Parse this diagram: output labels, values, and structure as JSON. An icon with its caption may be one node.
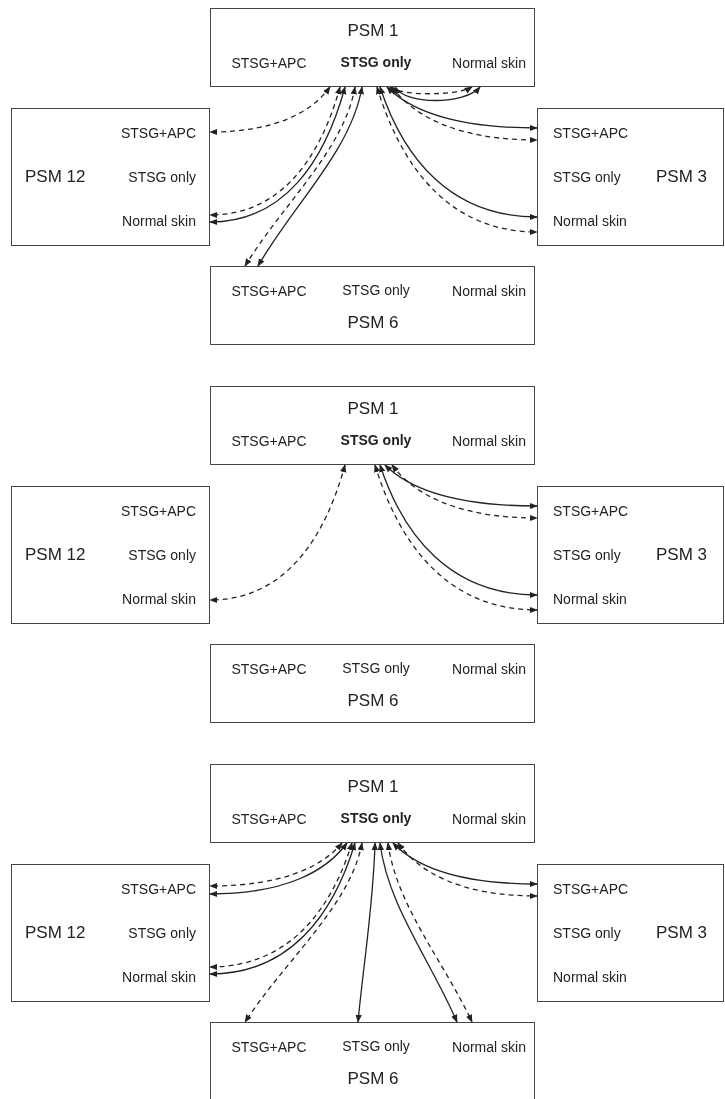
{
  "diagram": {
    "nodes": [
      {
        "text": [
          "PSM 1",
          "STSG+APC",
          "STSG only",
          "Normal skin"
        ]
      },
      {
        "text": [
          "PSM 12",
          "STSG+APC",
          "STSG only",
          "Normal skin"
        ]
      },
      {
        "text": [
          "PSM 3",
          "STSG+APC",
          "STSG only",
          "Normal skin"
        ]
      },
      {
        "text": [
          "STSG+APC",
          "STSG only",
          "Normal skin",
          "PSM 6"
        ]
      },
      {
        "text": [
          "PSM 1",
          "STSG+APC",
          "STSG only",
          "Normal skin"
        ]
      },
      {
        "text": [
          "PSM 12",
          "STSG+APC",
          "STSG only",
          "Normal skin"
        ]
      },
      {
        "text": [
          "PSM 3",
          "STSG+APC",
          "STSG only",
          "Normal skin"
        ]
      },
      {
        "text": [
          "STSG+APC",
          "STSG only",
          "Normal skin",
          "PSM 6"
        ]
      },
      {
        "text": [
          "PSM 1",
          "STSG+APC",
          "STSG only",
          "Normal skin"
        ]
      },
      {
        "text": [
          "PSM 12",
          "STSG+APC",
          "STSG only",
          "Normal skin"
        ]
      },
      {
        "text": [
          "PSM 3",
          "STSG+APC",
          "STSG only",
          "Normal skin"
        ]
      },
      {
        "text": [
          "STSG+APC",
          "STSG only",
          "Normal skin",
          "PSM 6"
        ]
      }
    ],
    "edges": [
      {
        "from": 0,
        "to": 0,
        "arrow": "both"
      },
      {
        "from": 0,
        "to": 0,
        "arrow": "both",
        "style": "dashed"
      },
      {
        "from": 0,
        "to": 1,
        "arrow": "both",
        "style": "dashed"
      },
      {
        "from": 0,
        "to": 1,
        "arrow": "both",
        "style": "dashed"
      },
      {
        "from": 0,
        "to": 1,
        "arrow": "both"
      },
      {
        "from": 0,
        "to": 3,
        "arrow": "both",
        "style": "dashed"
      },
      {
        "from": 0,
        "to": 3,
        "arrow": "both"
      },
      {
        "from": 0,
        "to": 2,
        "arrow": "both"
      },
      {
        "from": 0,
        "to": 2,
        "arrow": "both",
        "style": "dashed"
      },
      {
        "from": 0,
        "to": 2,
        "arrow": "both"
      },
      {
        "from": 0,
        "to": 2,
        "arrow": "both",
        "style": "dashed"
      },
      {
        "from": 4,
        "to": 5,
        "arrow": "both",
        "style": "dashed"
      },
      {
        "from": 4,
        "to": 6,
        "arrow": "both"
      },
      {
        "from": 4,
        "to": 6,
        "arrow": "both",
        "style": "dashed"
      },
      {
        "from": 4,
        "to": 6,
        "arrow": "both"
      },
      {
        "from": 4,
        "to": 6,
        "arrow": "both",
        "style": "dashed"
      },
      {
        "from": 8,
        "to": 9,
        "arrow": "both",
        "style": "dashed"
      },
      {
        "from": 8,
        "to": 9,
        "arrow": "both"
      },
      {
        "from": 8,
        "to": 9,
        "arrow": "both",
        "style": "dashed"
      },
      {
        "from": 8,
        "to": 9,
        "arrow": "both"
      },
      {
        "from": 8,
        "to": 11,
        "arrow": "both",
        "style": "dashed"
      },
      {
        "from": 8,
        "to": 11,
        "arrow": "both"
      },
      {
        "from": 8,
        "to": 11,
        "arrow": "both"
      },
      {
        "from": 8,
        "to": 11,
        "arrow": "both",
        "style": "dashed"
      },
      {
        "from": 8,
        "to": 10,
        "arrow": "both"
      },
      {
        "from": 8,
        "to": 10,
        "arrow": "both",
        "style": "dashed"
      }
    ]
  }
}
